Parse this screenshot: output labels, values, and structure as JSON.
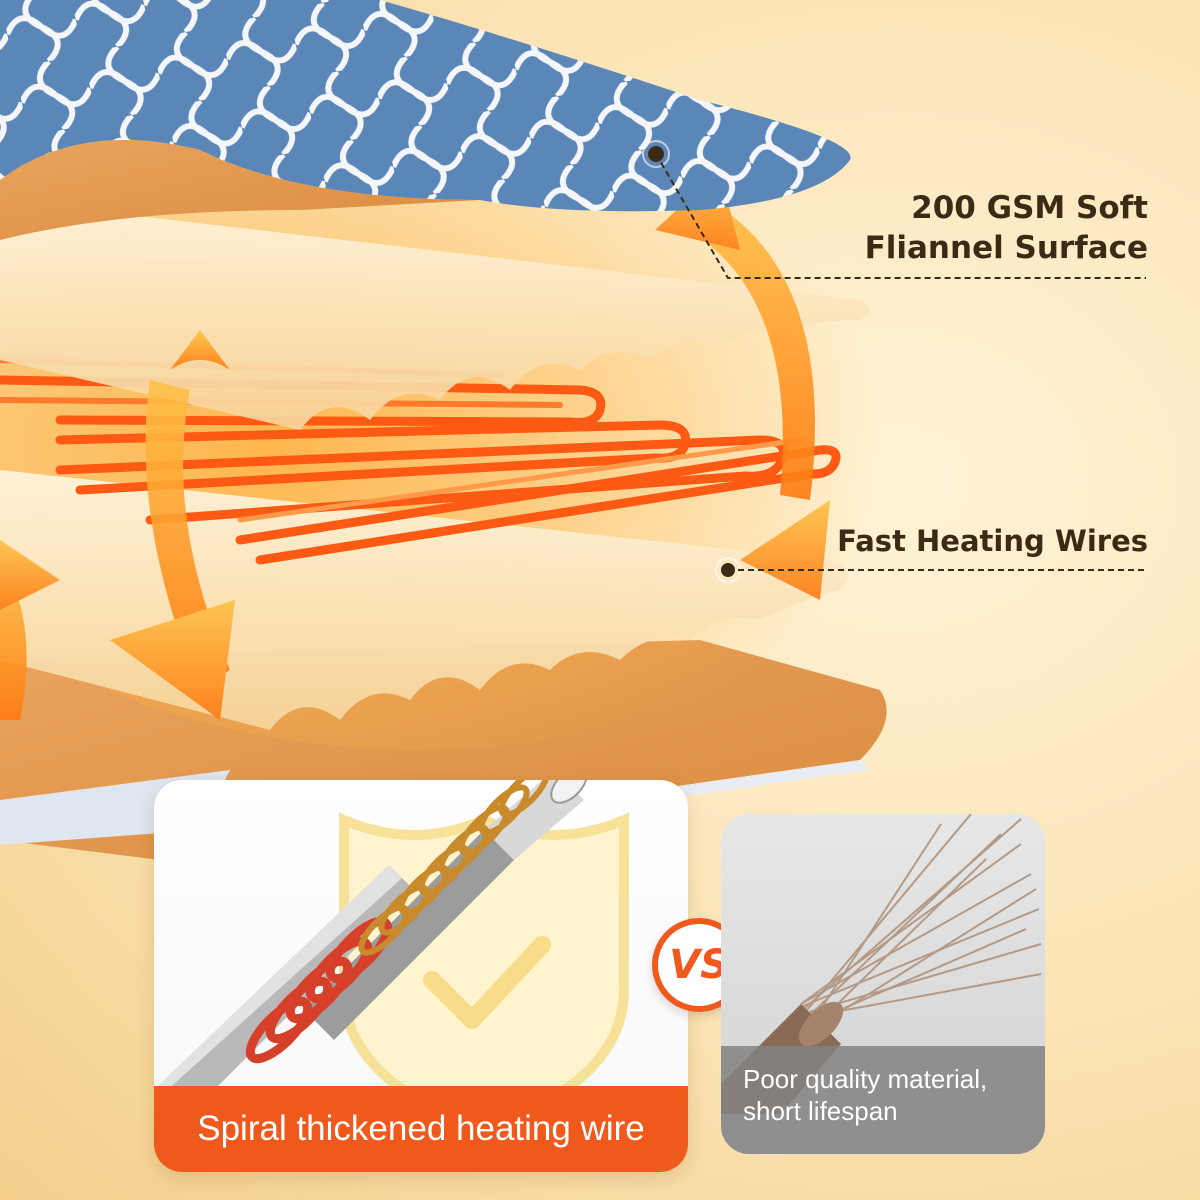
{
  "callouts": {
    "flannel": {
      "line1": "200 GSM Soft",
      "line2": "Fliannel Surface"
    },
    "wires": {
      "label": "Fast Heating Wires"
    }
  },
  "comparison": {
    "good_label": "Spiral thickened heating wire",
    "vs_label": "VS",
    "bad_line1": "Poor quality material,",
    "bad_line2": "short lifespan"
  },
  "colors": {
    "accent": "#ef5a1c",
    "flannel_blue": "#5b86b8",
    "heat_orange": "#ff8a1e",
    "text_dark": "#3d2a16"
  },
  "icons": {
    "shield": "shield-check-icon",
    "heat_arrows": "heat-flow-arrows-icon"
  }
}
